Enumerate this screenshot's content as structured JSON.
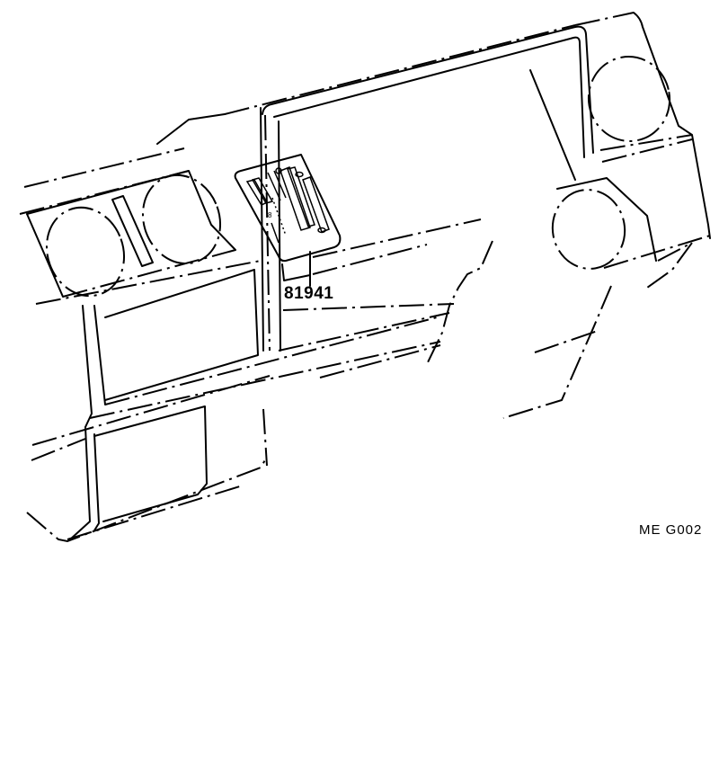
{
  "diagram": {
    "type": "parts-illustration",
    "subject": "instrument panel with heater control panel",
    "callouts": [
      {
        "part_number": "81941",
        "target": "heater-control-panel"
      }
    ],
    "figure_code": "ME  G002",
    "colors": {
      "line": "#000000",
      "background": "#ffffff"
    }
  }
}
